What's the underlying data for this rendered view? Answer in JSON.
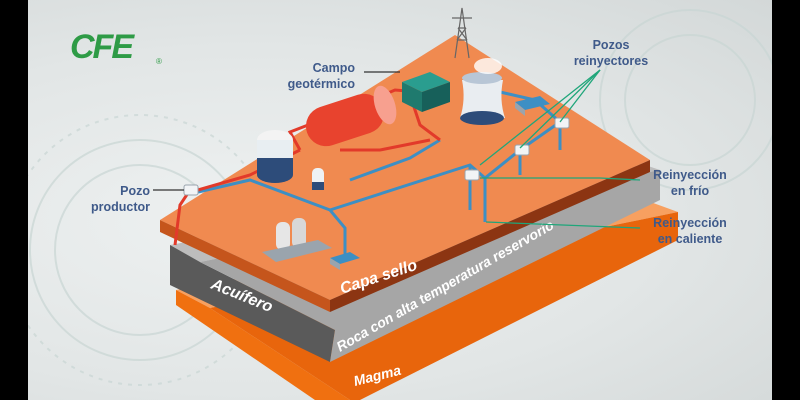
{
  "logo": {
    "text": "CFE",
    "mark": "®"
  },
  "labels": {
    "campo_geotermico": [
      "Campo",
      "geotérmico"
    ],
    "pozos_reinyectores": [
      "Pozos",
      "reinyectores"
    ],
    "pozo_productor": [
      "Pozo",
      "productor"
    ],
    "reinyeccion_frio": [
      "Reinyección",
      "en frío"
    ],
    "reinyeccion_caliente": [
      "Reinyección",
      "en caliente"
    ]
  },
  "layers": {
    "capa_sello": "Capa sello",
    "acuifero": "Acuífero",
    "roca": "Roca con alta temperatura reservorio",
    "magma": "Magma"
  },
  "colors": {
    "capa_sello_top": "#f08a50",
    "capa_sello_side": "#8c3512",
    "acuifero": "#555555",
    "roca": "#a9a9a9",
    "magma": "#f07010",
    "pipe_hot": "#e23a2a",
    "pipe_cold": "#3d8fc4",
    "logo": "#2e9b46",
    "label": "#3f5a8a",
    "leader": "#1fa67a"
  }
}
